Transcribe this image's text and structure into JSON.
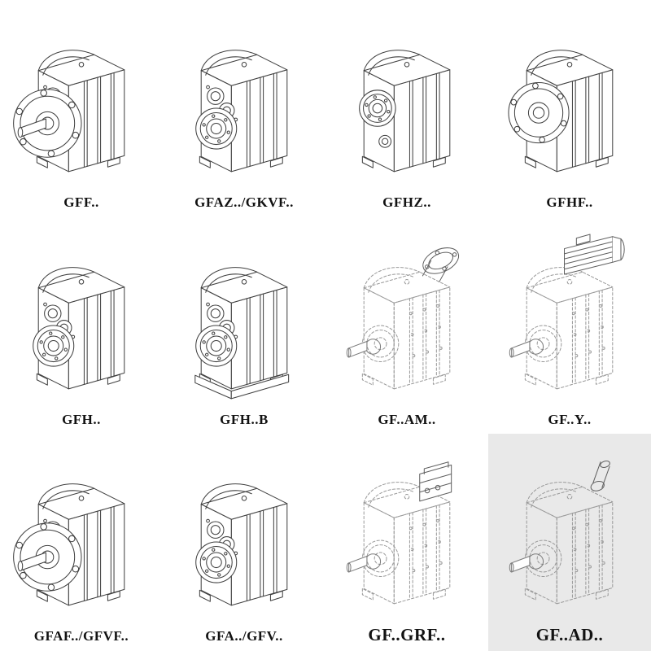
{
  "page": {
    "kind": "gear-reducer-model-catalog"
  },
  "colors": {
    "background": "#ffffff",
    "line": "#3f3f3f",
    "dashed_line": "#9a9a9a",
    "accessory_line": "#606060",
    "label": "#121212",
    "shaded_cell": "#e9e9e9"
  },
  "items": [
    {
      "label": "GFF..",
      "drawing": "gearbox-flange-output",
      "style": "solid",
      "shaded": false,
      "emphasis": false
    },
    {
      "label": "GFAZ../GKVF..",
      "drawing": "gearbox-hollow-shaft",
      "style": "solid",
      "shaded": false,
      "emphasis": false
    },
    {
      "label": "GFHZ..",
      "drawing": "gearbox-hollow-shaft-high",
      "style": "solid",
      "shaded": false,
      "emphasis": false
    },
    {
      "label": "GFHF..",
      "drawing": "gearbox-flange-output-high",
      "style": "solid",
      "shaded": false,
      "emphasis": false
    },
    {
      "label": "GFH..",
      "drawing": "gearbox-hollow-shaft",
      "style": "solid",
      "shaded": false,
      "emphasis": false
    },
    {
      "label": "GFH..B",
      "drawing": "gearbox-hollow-shaft-foot",
      "style": "solid",
      "shaded": false,
      "emphasis": false
    },
    {
      "label": "GF..AM..",
      "drawing": "gearbox-iec-adapter",
      "style": "dashed",
      "shaded": false,
      "emphasis": false
    },
    {
      "label": "GF..Y..",
      "drawing": "gearbox-motor-mounted",
      "style": "dashed",
      "shaded": false,
      "emphasis": false
    },
    {
      "label": "GFAF../GFVF..",
      "drawing": "gearbox-flange-output",
      "style": "solid",
      "shaded": false,
      "emphasis": false
    },
    {
      "label": "GFA../GFV..",
      "drawing": "gearbox-hollow-shaft",
      "style": "solid",
      "shaded": false,
      "emphasis": false
    },
    {
      "label": "GF..GRF..",
      "drawing": "gearbox-cover-input",
      "style": "dashed",
      "shaded": false,
      "emphasis": true
    },
    {
      "label": "GF..AD..",
      "drawing": "gearbox-shaft-input",
      "style": "dashed",
      "shaded": true,
      "emphasis": true
    }
  ]
}
